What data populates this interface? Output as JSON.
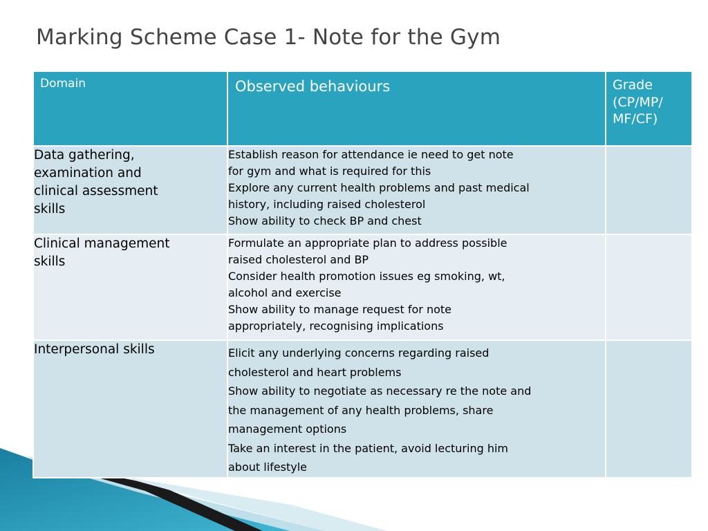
{
  "slide": {
    "title": "Marking Scheme Case 1- Note for the Gym"
  },
  "table": {
    "headers": {
      "domain": "Domain",
      "observed": "Observed behaviours",
      "grade": [
        "Grade",
        "(CP/MP/",
        "MF/CF)"
      ]
    },
    "rows": [
      {
        "domain": [
          "Data gathering,",
          "examination and",
          "clinical assessment",
          "skills"
        ],
        "behaviours": [
          "Establish reason for attendance ie need to get note",
          "for gym and what is required for this",
          "Explore any current health problems and past medical",
          "history, including raised cholesterol",
          "Show ability to check BP and chest"
        ],
        "grade": ""
      },
      {
        "domain": [
          "Clinical management",
          "skills"
        ],
        "behaviours": [
          "Formulate an appropriate plan to address possible",
          "raised cholesterol and BP",
          "Consider health promotion issues eg smoking, wt,",
          "alcohol and exercise",
          "Show ability to manage request for note",
          "appropriately, recognising implications"
        ],
        "grade": ""
      },
      {
        "domain": [
          "Interpersonal skills"
        ],
        "behaviours": [
          "Elicit any underlying concerns regarding raised",
          "cholesterol and heart problems",
          "Show ability to negotiate as necessary re the note and",
          "the management of any health problems, share",
          "management options",
          "Take an interest in the patient, avoid lecturing him",
          "about lifestyle"
        ],
        "grade": ""
      }
    ]
  },
  "colors": {
    "header_bg": "#2aa3bf",
    "row_dark": "#cfe2ea",
    "row_light": "#e6eef3",
    "title": "#444444"
  }
}
